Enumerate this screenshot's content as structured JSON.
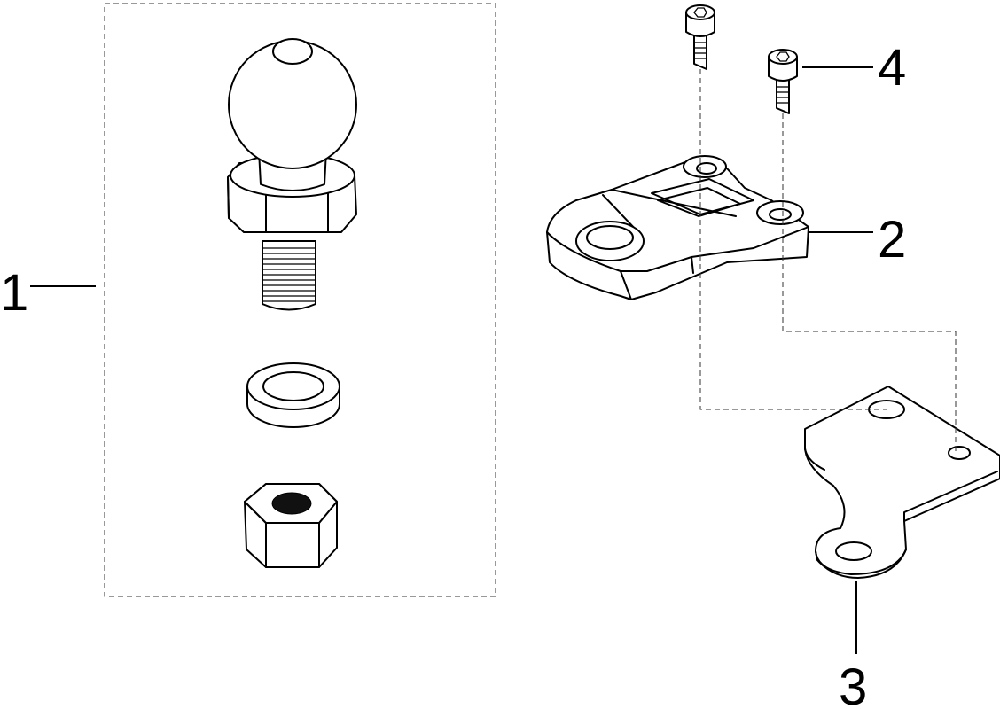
{
  "callouts": [
    {
      "id": "1",
      "label": "1",
      "part": "hitch-ball-assembly"
    },
    {
      "id": "2",
      "label": "2",
      "part": "tow-bracket"
    },
    {
      "id": "3",
      "label": "3",
      "part": "mounting-plate"
    },
    {
      "id": "4",
      "label": "4",
      "part": "socket-head-bolt"
    }
  ],
  "colors": {
    "line": "#000000",
    "background": "#ffffff",
    "guide": "#333333"
  }
}
